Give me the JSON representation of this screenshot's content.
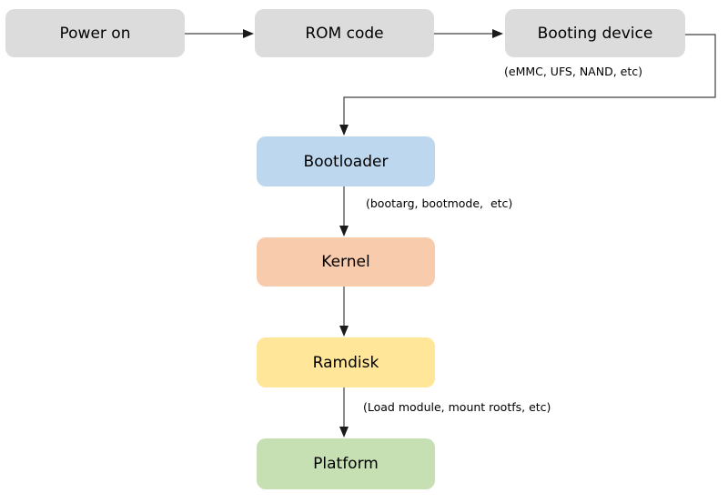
{
  "diagram": {
    "type": "flowchart",
    "nodes": {
      "power_on": {
        "label": "Power on",
        "color": "#dcdcdc"
      },
      "rom_code": {
        "label": "ROM code",
        "color": "#dcdcdc"
      },
      "booting_device": {
        "label": "Booting device",
        "color": "#dcdcdc"
      },
      "bootloader": {
        "label": "Bootloader",
        "color": "#bdd7ee"
      },
      "kernel": {
        "label": "Kernel",
        "color": "#f8cbad"
      },
      "ramdisk": {
        "label": "Ramdisk",
        "color": "#ffe699"
      },
      "platform": {
        "label": "Platform",
        "color": "#c6e0b4"
      }
    },
    "annotations": {
      "booting_device_note": "(eMMC, UFS, NAND, etc)",
      "bootloader_note": "(bootarg, bootmode,  etc)",
      "ramdisk_note": "(Load module, mount rootfs, etc)"
    },
    "edges": [
      {
        "from": "power_on",
        "to": "rom_code"
      },
      {
        "from": "rom_code",
        "to": "booting_device"
      },
      {
        "from": "booting_device",
        "to": "bootloader"
      },
      {
        "from": "bootloader",
        "to": "kernel"
      },
      {
        "from": "kernel",
        "to": "ramdisk"
      },
      {
        "from": "ramdisk",
        "to": "platform"
      }
    ],
    "connector_color": "#404040"
  }
}
